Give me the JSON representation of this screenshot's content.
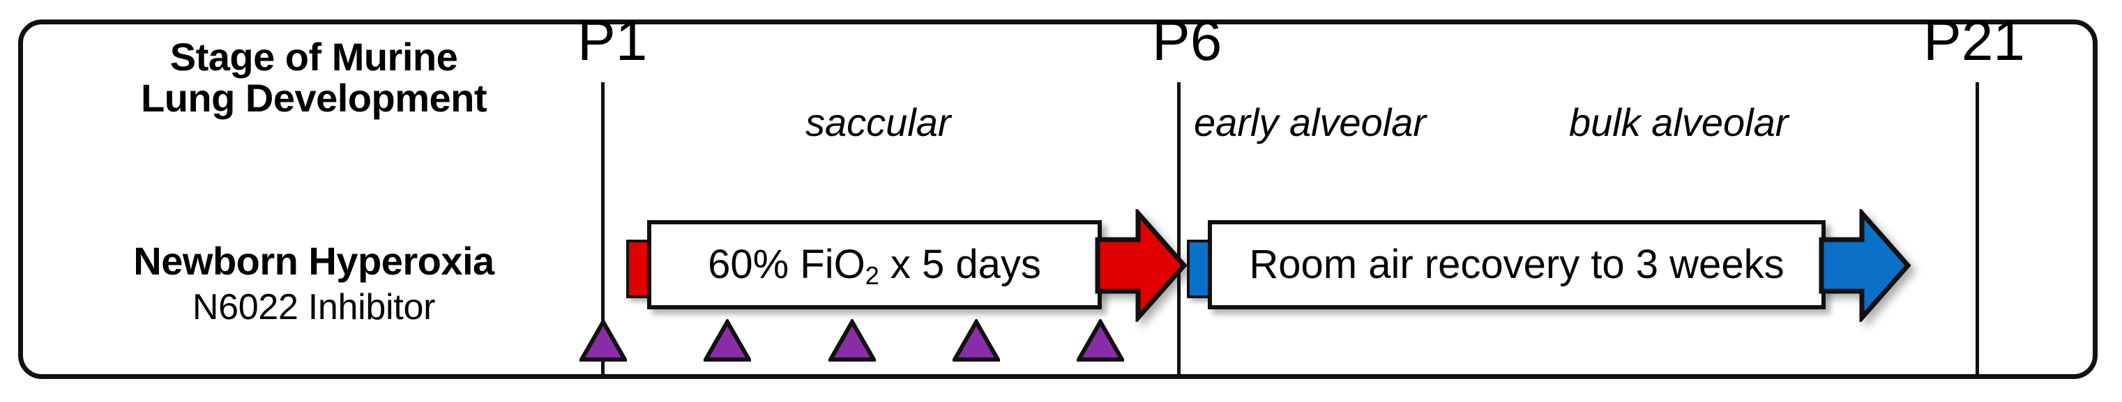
{
  "figure": {
    "type": "experimental-timeline-diagram",
    "colors": {
      "frame": "#111111",
      "hyperoxia_red": "#E00000",
      "room_air_blue": "#0B71C8",
      "injection_purple": "#8A2BA8",
      "background": "#FFFFFF"
    }
  },
  "row_labels": {
    "stage_line1": "Stage of Murine",
    "stage_line2": "Lung Development",
    "hyperoxia": "Newborn Hyperoxia",
    "inhibitor": "N6022 Inhibitor"
  },
  "timepoints": [
    {
      "label": "P1",
      "day": 1
    },
    {
      "label": "P6",
      "day": 6
    },
    {
      "label": "P21",
      "day": 21
    }
  ],
  "developmental_stages": [
    {
      "name": "saccular",
      "from": "P1",
      "to": "P6"
    },
    {
      "name": "early alveolar",
      "from": "P6",
      "to": "P21"
    },
    {
      "name": "bulk alveolar",
      "from": "P6",
      "to": "P21"
    }
  ],
  "treatments": [
    {
      "id": "hyperoxia",
      "text": "60% FiO",
      "subscript": "2",
      "text_after": " x 5 days",
      "full_text": "60% FiO2 x 5 days",
      "tab_color": "#E00000",
      "arrow_color": "#E00000",
      "from": "P1",
      "to": "P6"
    },
    {
      "id": "room-air-recovery",
      "text": "Room air recovery to 3 weeks",
      "subscript": "",
      "text_after": "",
      "full_text": "Room air recovery to 3 weeks",
      "tab_color": "#0B71C8",
      "arrow_color": "#0B71C8",
      "from": "P6",
      "to": "P21"
    }
  ],
  "injections": {
    "agent": "N6022 Inhibitor",
    "count": 5,
    "marker": "purple-triangle",
    "days": [
      1,
      2,
      3,
      4,
      5
    ]
  }
}
